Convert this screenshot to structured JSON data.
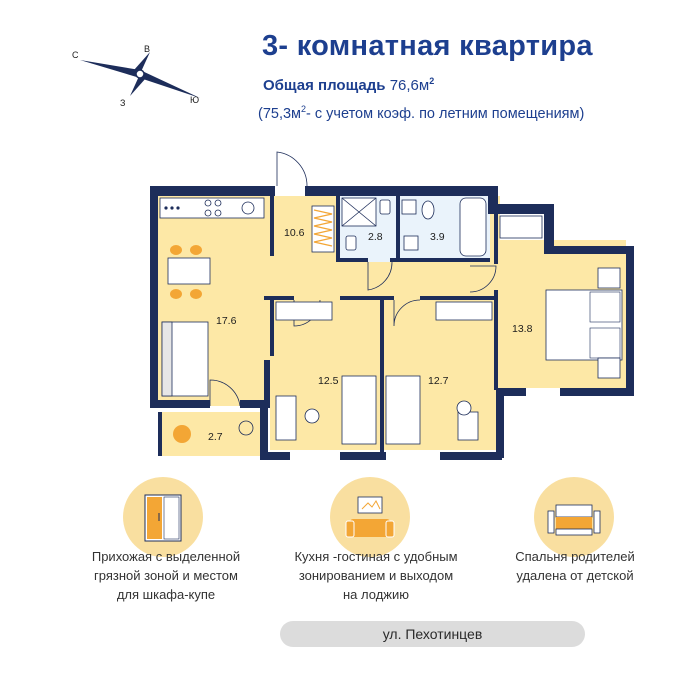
{
  "header": {
    "title": "3- комнатная  квартира",
    "area_label": "Общая площадь",
    "area_value": "76,6м",
    "area_sup": "2",
    "note_prefix": "(75,3м",
    "note_sup": "2",
    "note_suffix": "- с учетом коэф. по летним помещениям)"
  },
  "compass": {
    "n": "В",
    "s": "З",
    "w": "С",
    "e": "Ю"
  },
  "rooms": {
    "kitchen": "17.6",
    "hall": "10.6",
    "bath1": "2.8",
    "bath2": "3.9",
    "bedroom": "13.8",
    "child1": "12.5",
    "child2": "12.7",
    "loggia": "2.7"
  },
  "features": [
    {
      "icon": "wardrobe-icon",
      "text": [
        "Прихожая с выделенной",
        "грязной зоной  и местом",
        "для шкафа-купе"
      ]
    },
    {
      "icon": "sofa-icon",
      "text": [
        "Кухня -гостиная с удобным",
        "зонированием и выходом",
        "на лоджию"
      ]
    },
    {
      "icon": "bed-icon",
      "text": [
        "Спальня родителей",
        "удалена от детской"
      ]
    }
  ],
  "street": "ул. Пехотинцев",
  "colors": {
    "wall": "#1d2d5a",
    "floor": "#fde8a6",
    "accent": "#f3a635",
    "title": "#1d3f8f"
  }
}
